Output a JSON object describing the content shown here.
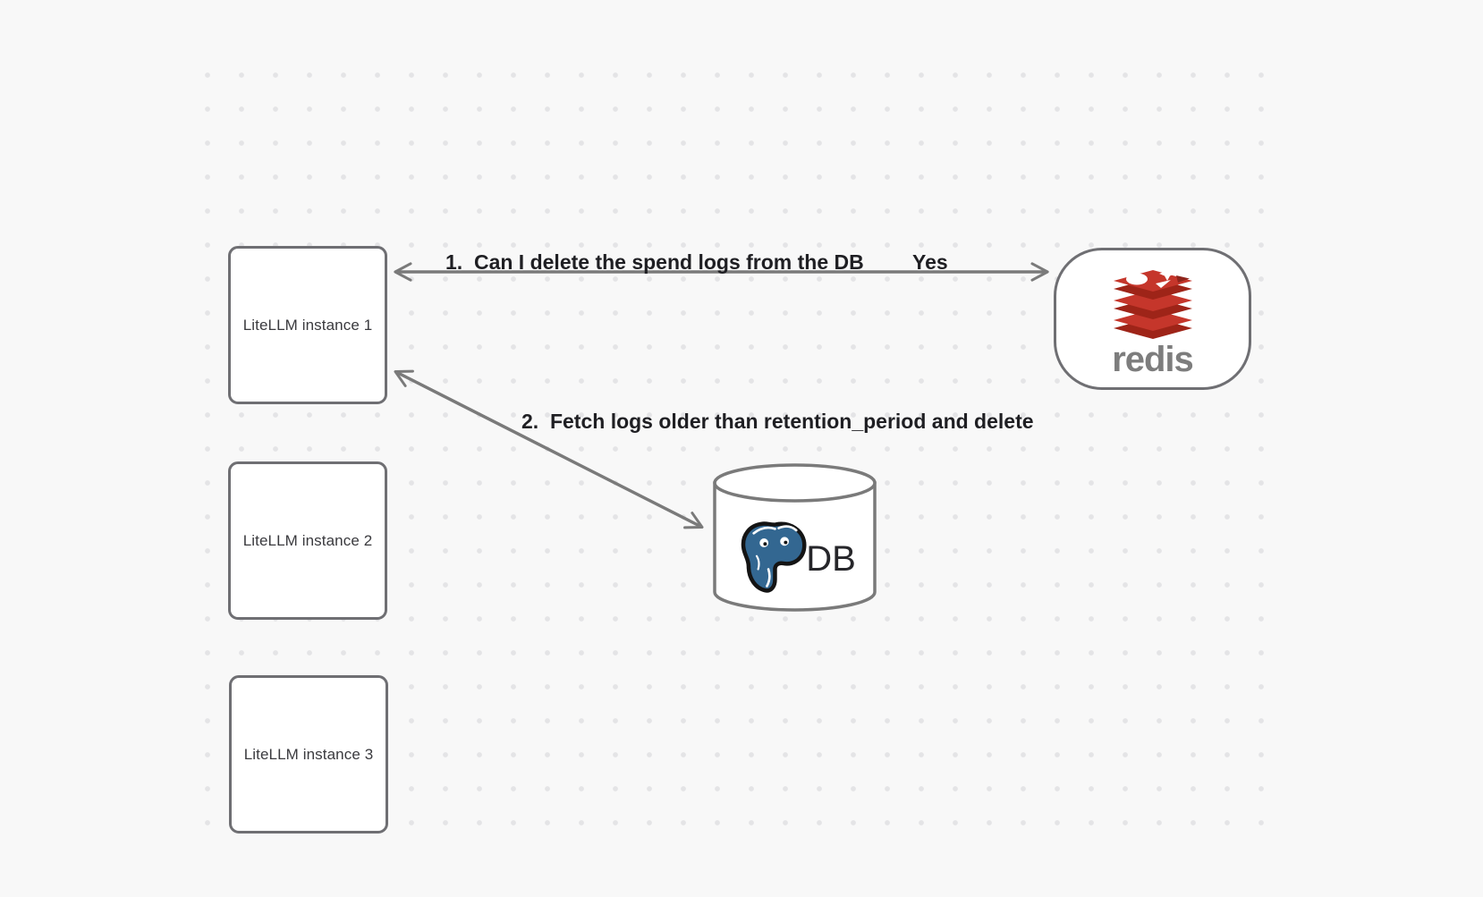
{
  "app": {
    "type": "whiteboard-diagram"
  },
  "nodes": {
    "litellm_instances": [
      {
        "label": "LiteLLM instance 1"
      },
      {
        "label": "LiteLLM instance 2"
      },
      {
        "label": "LiteLLM instance 3"
      }
    ],
    "redis": {
      "brand": "redis"
    },
    "db": {
      "label": "DB"
    }
  },
  "edges": {
    "redis_check": {
      "label": "1.  Can I delete the spend logs from the DB",
      "response": "Yes"
    },
    "db_fetch": {
      "label": "2.  Fetch logs older than retention_period and delete"
    }
  },
  "icons": {
    "redis_logo": "redis-stack-icon",
    "postgres_logo": "postgres-elephant-icon",
    "db_shape": "database-cylinder"
  },
  "colors": {
    "background": "#f8f8f8",
    "dot": "#e4e4e6",
    "node_border": "#6f6f73",
    "node_fill": "#ffffff",
    "arrow": "#7a7a7a",
    "edge_label_text": "#1f1f23",
    "node_label_text": "#3a3a3e",
    "redis_text": "#7d7d7d",
    "redis_red_bright": "#c5362b",
    "redis_red_dark": "#9e2418",
    "postgres_blue": "#336791",
    "db_text": "#26262a"
  }
}
